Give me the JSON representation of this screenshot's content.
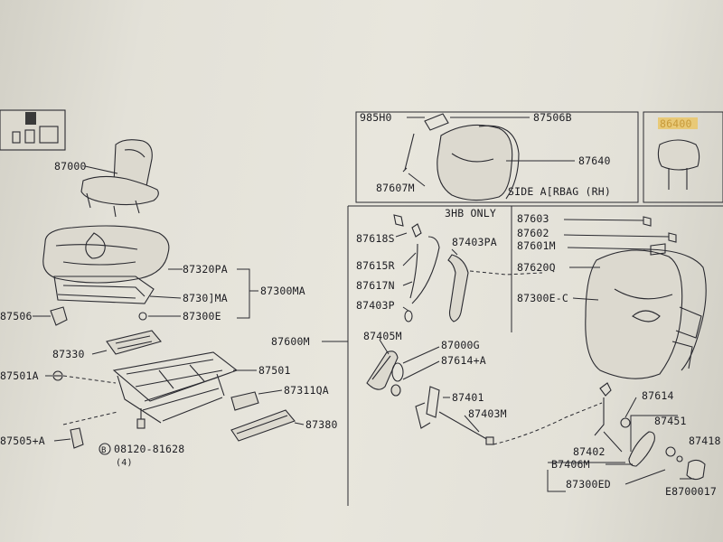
{
  "labels": {
    "p87000": "87000",
    "p87320pa": "87320PA",
    "p87301ma": "8730]MA",
    "p87300ma": "87300MA",
    "p87506": "87506",
    "p87300e": "87300E",
    "p87330": "87330",
    "p87501a": "87501A",
    "p87501": "87501",
    "p87311qa": "87311QA",
    "p87380": "87380",
    "p87505a": "87505+A",
    "p08120": "08120-81628",
    "p08120_qty": "(4)",
    "p985h0": "985H0",
    "p87506b": "87506B",
    "p87640": "87640",
    "p87607m": "87607M",
    "side_airbag": "SIDE A[RBAG (RH)",
    "p86400": "86400",
    "three_hb_only": "3HB ONLY",
    "p87618s": "87618S",
    "p87615r": "87615R",
    "p87617n": "87617N",
    "p87403p": "87403P",
    "p87403pa": "87403PA",
    "p87603": "87603",
    "p87602": "87602",
    "p87601m": "87601M",
    "p87620q": "87620Q",
    "p87300ec": "87300E-C",
    "p87600m": "87600M",
    "p87405m": "87405M",
    "p87000g": "87000G",
    "p87614a": "87614+A",
    "p87401": "87401",
    "p87403m": "87403M",
    "p87614": "87614",
    "p87451": "87451",
    "p87418": "87418",
    "p87402": "87402",
    "p87406m": "B7406M",
    "p87300ed": "87300ED",
    "e8700017": "E8700017"
  },
  "colors": {
    "highlight": "#e8c977",
    "ink": "#1d1d22"
  }
}
